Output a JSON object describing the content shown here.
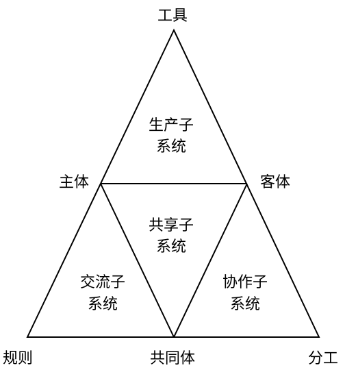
{
  "vertices": {
    "top": "工具",
    "left_mid": "主体",
    "right_mid": "客体",
    "bottom_left": "规则",
    "bottom_mid": "共同体",
    "bottom_right": "分工"
  },
  "subsystems": {
    "top": {
      "line1": "生产子",
      "line2": "系统"
    },
    "center": {
      "line1": "共享子",
      "line2": "系统"
    },
    "left": {
      "line1": "交流子",
      "line2": "系统"
    },
    "right": {
      "line1": "协作子",
      "line2": "系统"
    }
  },
  "colors": {
    "stroke": "#000000",
    "text": "#000000",
    "background": "#ffffff"
  }
}
